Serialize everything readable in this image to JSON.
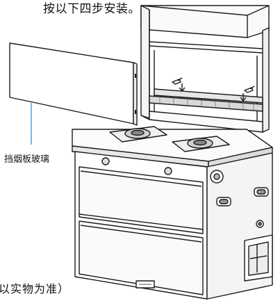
{
  "header": {
    "text": "按以下四步安装。"
  },
  "diagram": {
    "callout_label": "挡烟板玻璃",
    "footnote": "以实物为准）",
    "accent_color": "#3a8fd6",
    "line_color": "#1a1a1a"
  }
}
